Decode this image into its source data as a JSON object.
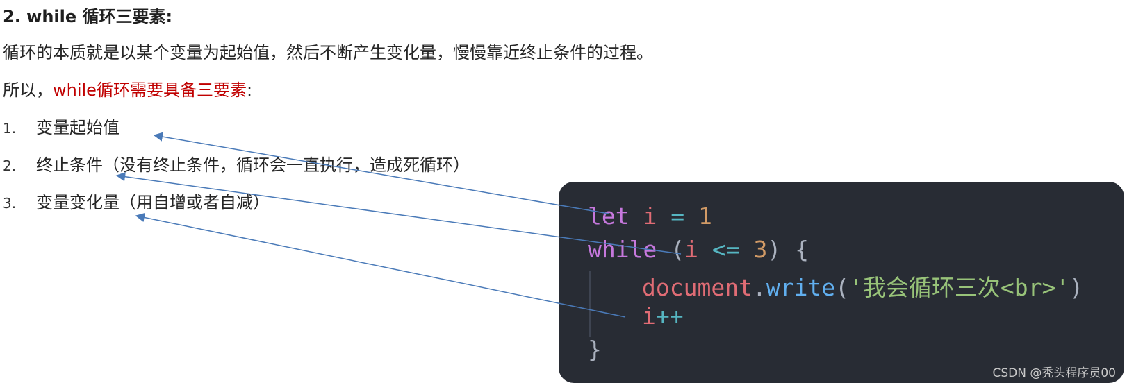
{
  "heading": "2. while 循环三要素:",
  "para1": "循环的本质就是以某个变量为起始值，然后不断产生变化量，慢慢靠近终止条件的过程。",
  "para2": {
    "prefix": "所以，",
    "highlight": "while循环需要具备三要素",
    "suffix": ":"
  },
  "items": [
    {
      "num": "1.",
      "text": "变量起始值"
    },
    {
      "num": "2.",
      "text": "终止条件（没有终止条件，循环会一直执行，造成死循环）"
    },
    {
      "num": "3.",
      "text": "变量变化量（用自增或者自减）"
    }
  ],
  "code": {
    "l1": {
      "kw": "let",
      "var": "i",
      "op": "=",
      "num": "1"
    },
    "l2": {
      "kw": "while",
      "open": "(",
      "var": "i",
      "op": "<=",
      "num": "3",
      "close": ")",
      "brace": "{"
    },
    "l3": {
      "obj": "document",
      "dot": ".",
      "fn": "write",
      "open": "(",
      "str": "'我会循环三次<br>'",
      "close": ")"
    },
    "l4": {
      "var": "i",
      "op": "++"
    },
    "l5": {
      "brace": "}"
    }
  },
  "watermark": "CSDN @秃头程序员00",
  "colors": {
    "highlight": "#c00000",
    "code_background": "#282c34",
    "arrow": "#4a7ab8"
  }
}
